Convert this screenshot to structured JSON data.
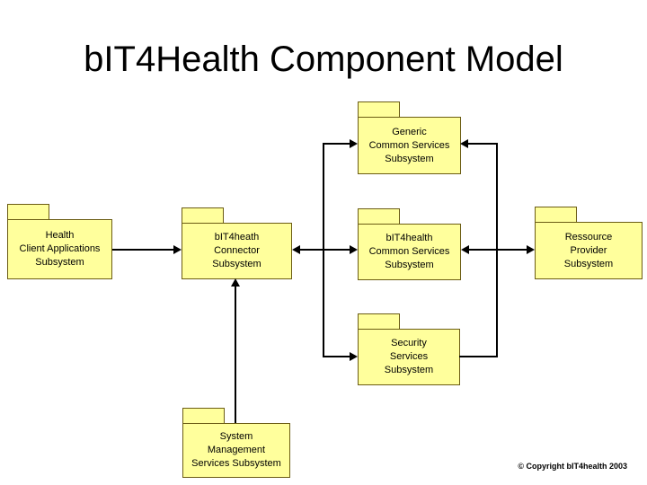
{
  "title": "bIT4Health Component Model",
  "copyright": "© Copyright bIT4health 2003",
  "colors": {
    "box_fill": "#FFFF9C",
    "box_border": "#6B5C14",
    "line": "#000000",
    "background": "#FFFFFF"
  },
  "packages": [
    {
      "id": "generic-common-services",
      "label": "Generic\nCommon Services\nSubsystem"
    },
    {
      "id": "health-client-applications",
      "label": "Health\nClient Applications\nSubsystem"
    },
    {
      "id": "bit4heath-connector",
      "label": "bIT4heath\nConnector\nSubsystem"
    },
    {
      "id": "bit4health-common-services",
      "label": "bIT4health\nCommon Services\nSubsystem"
    },
    {
      "id": "ressource-provider",
      "label": "Ressource\nProvider\nSubsystem"
    },
    {
      "id": "security-services",
      "label": "Security\nServices\nSubsystem"
    },
    {
      "id": "system-management-services",
      "label": "System\nManagement\nServices Subsystem"
    }
  ],
  "connections": [
    {
      "from": "health-client-applications",
      "to": "bit4heath-connector",
      "type": "arrow"
    },
    {
      "from": "bit4heath-connector",
      "to": "bit4health-common-services",
      "type": "double-arrow"
    },
    {
      "from": "bit4health-common-services",
      "to": "ressource-provider",
      "type": "double-arrow"
    },
    {
      "from": "left-trunk",
      "to": "generic-common-services",
      "type": "arrow"
    },
    {
      "from": "left-trunk",
      "to": "security-services",
      "type": "arrow"
    },
    {
      "from": "right-trunk",
      "to": "generic-common-services",
      "type": "arrow"
    },
    {
      "from": "security-services",
      "to": "right-trunk",
      "type": "line"
    },
    {
      "from": "system-management-services",
      "to": "bit4heath-connector",
      "type": "arrow"
    }
  ]
}
